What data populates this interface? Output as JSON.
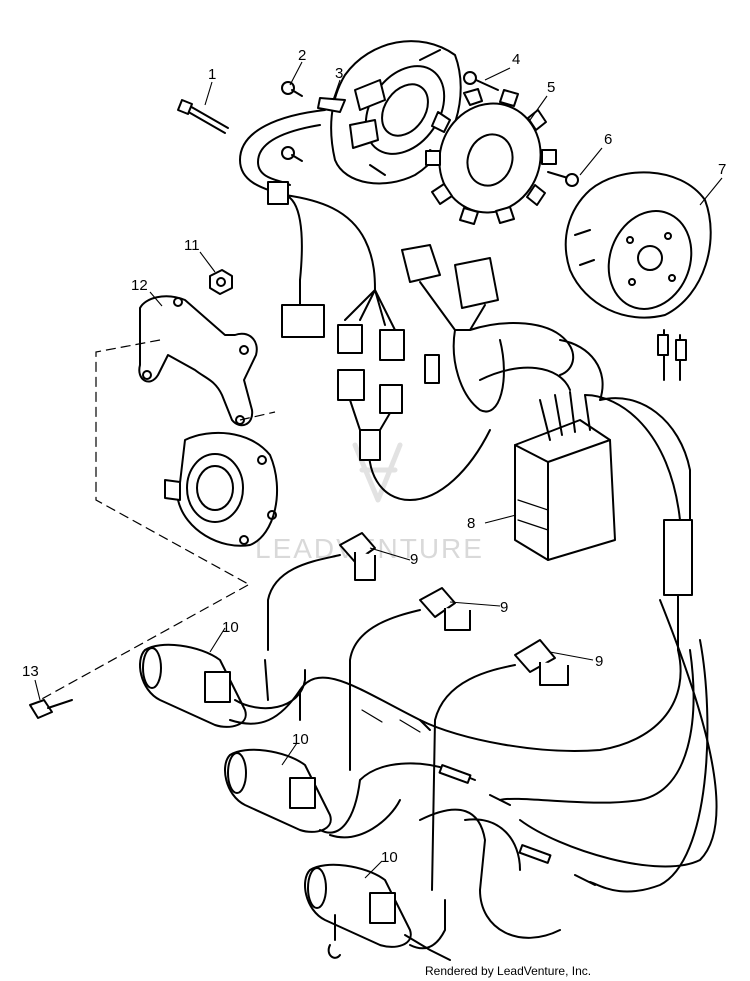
{
  "diagram": {
    "callouts": {
      "c1": "1",
      "c2": "2",
      "c3": "3",
      "c4": "4",
      "c5": "5",
      "c6": "6",
      "c7": "7",
      "c8": "8",
      "c9a": "9",
      "c9b": "9",
      "c9c": "9",
      "c10a": "10",
      "c10b": "10",
      "c10c": "10",
      "c11": "11",
      "c12": "12",
      "c13": "13"
    },
    "watermark": "LEADVENTURE",
    "credit": "Rendered by LeadVenture, Inc."
  }
}
